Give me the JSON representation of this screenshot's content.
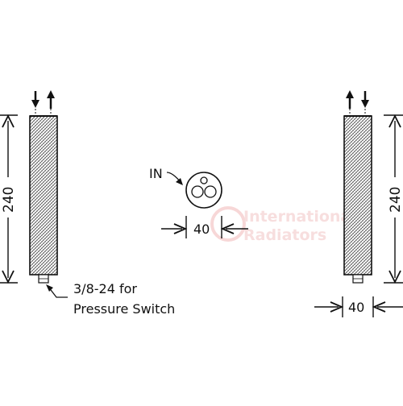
{
  "diagram": {
    "left_drier": {
      "height_dim": "240",
      "fitting_note_line1": "3/8-24 for",
      "fitting_note_line2": "Pressure Switch"
    },
    "center_view": {
      "inlet_label": "IN",
      "diameter_dim": "40"
    },
    "right_drier": {
      "height_dim": "240",
      "diameter_dim": "40"
    },
    "watermark": {
      "line1": "International",
      "line2": "Radiators"
    },
    "colors": {
      "line": "#111111",
      "watermark": "#f2c9c9"
    }
  }
}
